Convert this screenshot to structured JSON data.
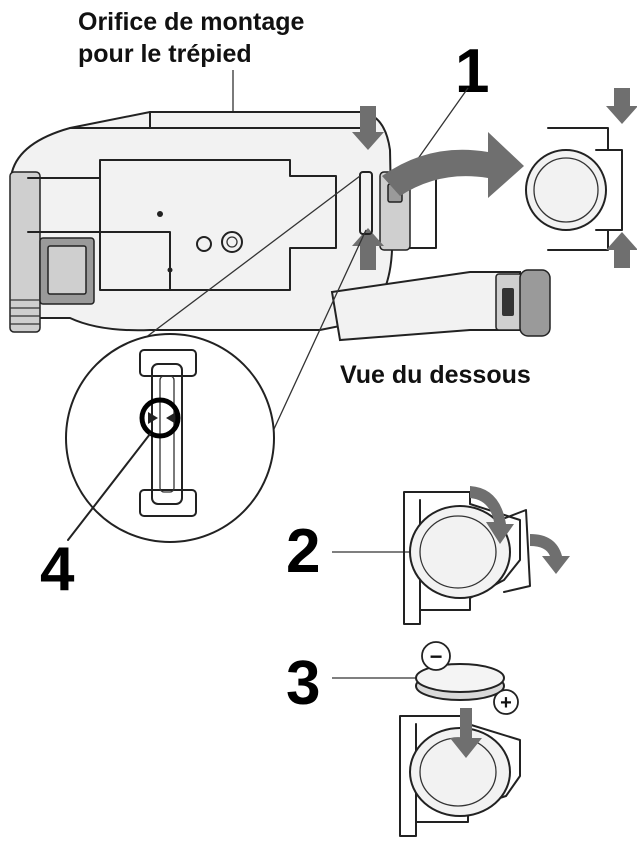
{
  "labels": {
    "tripod_line1": "Orifice de montage",
    "tripod_line2": "pour le trépied",
    "bottom_view": "Vue du dessous"
  },
  "steps": {
    "step1": "1",
    "step2": "2",
    "step3": "3",
    "step4": "4"
  },
  "battery_signs": {
    "minus": "−",
    "plus": "+"
  }
}
